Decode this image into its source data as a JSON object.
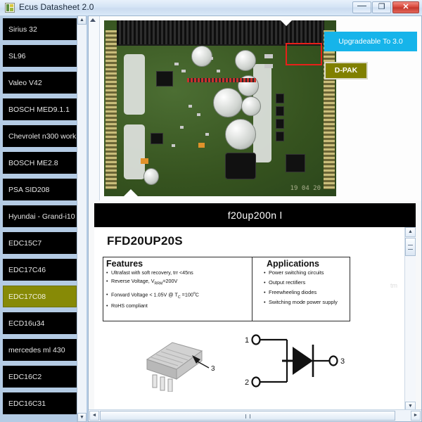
{
  "window": {
    "title": "Ecus Datasheet 2.0",
    "icon": "app-icon",
    "controls": {
      "minimize": "—",
      "maximize": "❐",
      "close": "✕"
    }
  },
  "sidebar": {
    "items": [
      {
        "label": "Sirius 32",
        "selected": false
      },
      {
        "label": "SL96",
        "selected": false
      },
      {
        "label": "Valeo V42",
        "selected": false
      },
      {
        "label": "BOSCH MED9.1.1",
        "selected": false
      },
      {
        "label": "Chevrolet n300 work",
        "selected": false
      },
      {
        "label": "BOSCH ME2.8",
        "selected": false
      },
      {
        "label": "PSA SID208",
        "selected": false
      },
      {
        "label": "Hyundai - Grand-i10",
        "selected": false
      },
      {
        "label": "EDC15C7",
        "selected": false
      },
      {
        "label": "EDC17C46",
        "selected": false
      },
      {
        "label": "EDC17C08",
        "selected": true
      },
      {
        "label": "ECD16u34",
        "selected": false
      },
      {
        "label": "mercedes ml 430",
        "selected": false
      },
      {
        "label": "EDC16C2",
        "selected": false
      },
      {
        "label": "EDC16C31",
        "selected": false
      }
    ],
    "scroll_up": "▲",
    "scroll_down": "▼"
  },
  "main": {
    "photo": {
      "alt": "ecu-circuit-board-photo",
      "board_stamp": "19 04 20",
      "highlight": "component-highlight-box"
    },
    "buttons": {
      "upgrade": "Upgradeable To 3.0",
      "package": "D-PAK"
    },
    "part_bar": "f20up200n  l",
    "sheet": {
      "part_title": "FFD20UP20S",
      "watermark": "tm",
      "features": {
        "heading": "Features",
        "items": [
          "Ultrafast with soft recovery,  trr <45ns",
          "Reverse Voltage, VRRM=200V",
          "Forward Voltage < 1.05V @ TC =100°C",
          "RoHS compliant"
        ],
        "item2_pre": "Reverse Voltage, V",
        "item2_sub": "RRM",
        "item2_post": "=200V",
        "item3_pre": "Forward Voltage < 1.05V @ T",
        "item3_sub": "C",
        "item3_mid": " =100",
        "item3_sup": "o",
        "item3_post": "C"
      },
      "applications": {
        "heading": "Applications",
        "items": [
          "Power switching circuits",
          "Output rectifiers",
          "Freewheeling diodes",
          "Switching mode power supply"
        ]
      },
      "drawings": {
        "package_label": "3",
        "pin1": "1",
        "pin2": "2",
        "pin3": "3"
      }
    }
  },
  "scrollbars": {
    "h_left": "◄",
    "h_right": "►",
    "v_up": "▲",
    "v_down": "▼",
    "grip_h": "|||",
    "grip_v": "≡"
  },
  "colors": {
    "selected_item": "#808000",
    "upgrade_button": "#16b4ea",
    "dpak_button": "#808000",
    "highlight_box": "#e8201a",
    "sidebar_bg": "#b4cbe4"
  }
}
